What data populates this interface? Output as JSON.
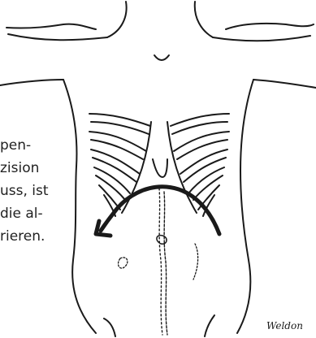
{
  "caption": {
    "lines": [
      "pen-",
      "zision",
      "uss, ist",
      "die al-",
      "rieren."
    ]
  },
  "illustration": {
    "signature": "Weldon",
    "arrow_icon": "curved-arrow-left-icon",
    "ink_color": "#1a1a1a"
  }
}
